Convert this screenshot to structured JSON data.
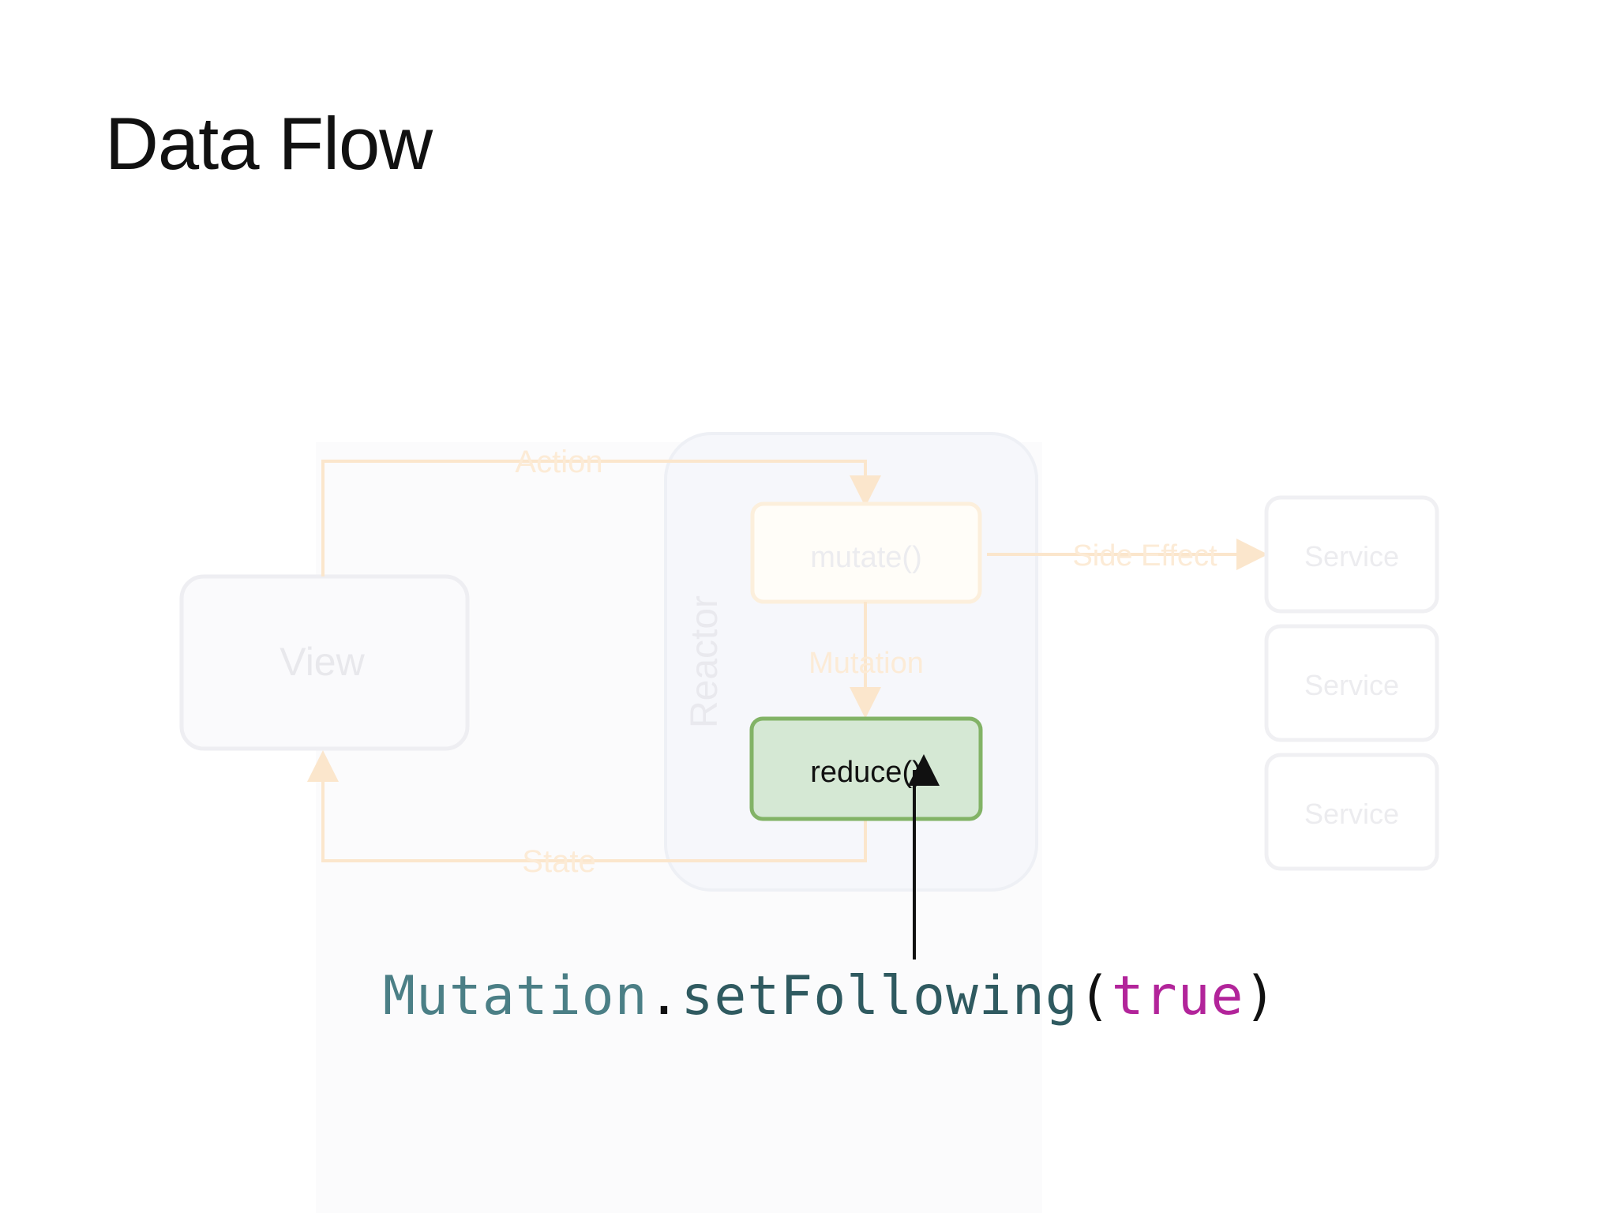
{
  "slide": {
    "title": "Data Flow"
  },
  "diagram": {
    "view_label": "View",
    "reactor_label": "Reactor",
    "mutate_label": "mutate()",
    "reduce_label": "reduce()",
    "action_label": "Action",
    "mutation_label": "Mutation",
    "state_label": "State",
    "side_effect_label": "Side Effect",
    "services": [
      "Service",
      "Service",
      "Service"
    ],
    "colors": {
      "highlight_fill": "#d5e8d4",
      "highlight_stroke": "#82b366",
      "faded_orange": "#fbe6cc",
      "faded_box_stroke": "#eeeef2"
    }
  },
  "code": {
    "type_name": "Mutation",
    "dot": ".",
    "method": "setFollowing",
    "open_paren": "(",
    "argument": "true",
    "close_paren": ")"
  }
}
